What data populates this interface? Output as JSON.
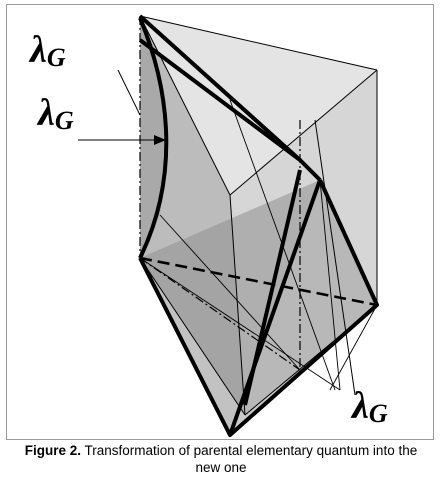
{
  "figure": {
    "lambda_symbol": "λ",
    "lambda_subscript": "G"
  },
  "caption": {
    "label": "Figure 2.",
    "text": " Transformation of parental elementary quantum into the new one"
  }
}
